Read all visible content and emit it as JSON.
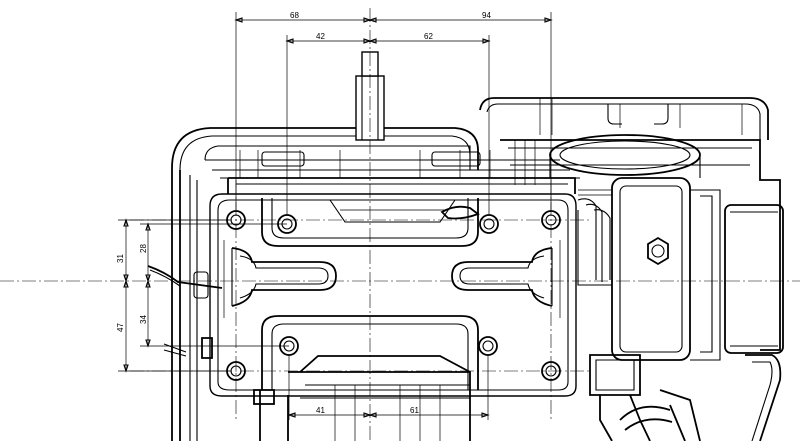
{
  "dimensions": {
    "top_left": "68",
    "top_right": "94",
    "inner_left": "42",
    "inner_right": "62",
    "bottom_left": "41",
    "bottom_right": "61",
    "left_outer_upper": "31",
    "left_inner_upper": "28",
    "left_outer_lower": "47",
    "left_inner_lower": "34"
  }
}
